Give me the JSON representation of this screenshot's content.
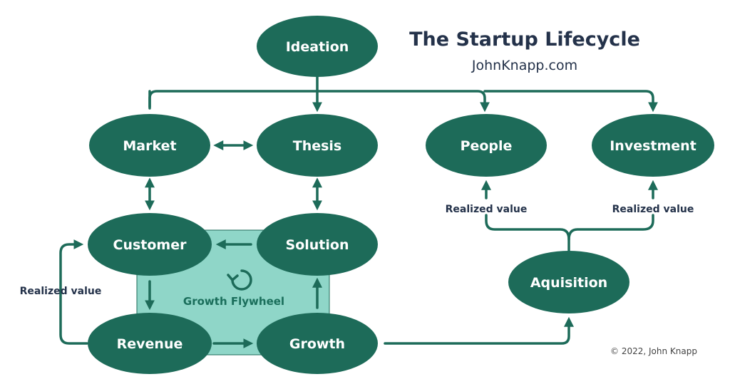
{
  "title": "The Startup Lifecycle",
  "subtitle": "JohnKnapp.com",
  "copyright": "© 2022, John Knapp",
  "nodes": {
    "ideation": "Ideation",
    "market": "Market",
    "thesis": "Thesis",
    "people": "People",
    "investment": "Investment",
    "customer": "Customer",
    "solution": "Solution",
    "revenue": "Revenue",
    "growth": "Growth",
    "acquisition": "Aquisition"
  },
  "labels": {
    "realized_value_left": "Realized value",
    "realized_value_people": "Realized value",
    "realized_value_investment": "Realized value",
    "flywheel": "Growth Flywheel"
  },
  "colors": {
    "node_fill": "#1d6b59",
    "flywheel_fill": "#8fd6c8",
    "title_text": "#24324a"
  },
  "icons": {
    "flywheel": "rotate-arrow-icon"
  }
}
